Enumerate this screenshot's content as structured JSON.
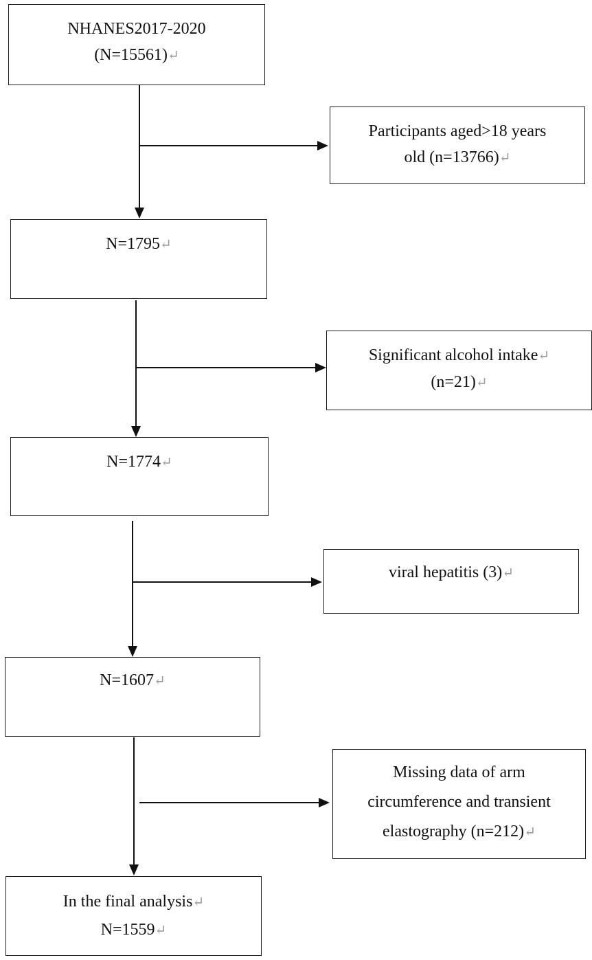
{
  "return_mark": "↵",
  "boxes": {
    "start": {
      "lines": [
        "NHANES2017-2020",
        "(N=15561)"
      ]
    },
    "n1795": {
      "lines": [
        "N=1795"
      ]
    },
    "n1774": {
      "lines": [
        "N=1774"
      ]
    },
    "n1607": {
      "lines": [
        "N=1607"
      ]
    },
    "final": {
      "lines": [
        "In the final analysis",
        "N=1559"
      ]
    }
  },
  "exclusions": {
    "age": {
      "lines": [
        "Participants aged>18 years",
        "old (n=13766)"
      ]
    },
    "alcohol": {
      "lines": [
        "Significant alcohol intake",
        "(n=21)"
      ]
    },
    "hepatitis": {
      "lines": [
        "viral hepatitis (3)"
      ]
    },
    "missing": {
      "lines": [
        "Missing data of arm",
        "circumference and transient",
        "elastography (n=212)"
      ]
    }
  }
}
